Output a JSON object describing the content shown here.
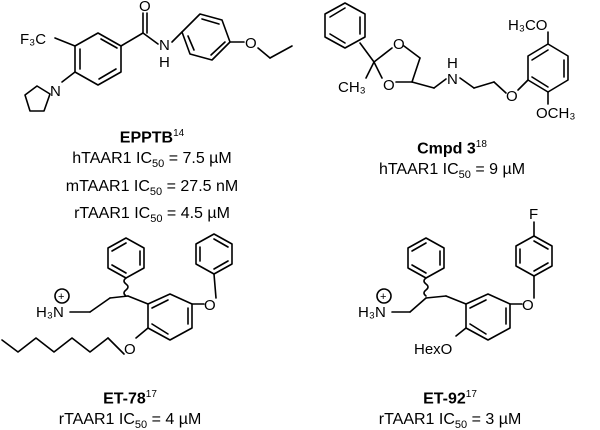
{
  "compounds": [
    {
      "name": "EPPTB",
      "ref": "14",
      "lines": [
        {
          "pre": "hTAAR1 IC",
          "sub": "50",
          "post": " = 7.5 µM"
        },
        {
          "pre": "mTAAR1 IC",
          "sub": "50",
          "post": " = 27.5 nM"
        },
        {
          "pre": "rTAAR1 IC",
          "sub": "50",
          "post": " = 4.5 µM"
        }
      ],
      "atoms": {
        "f3c": "F₃C",
        "o": "O",
        "nh": "N",
        "h": "H",
        "o2": "O",
        "n": "N"
      }
    },
    {
      "name": "Cmpd 3",
      "ref": "18",
      "lines": [
        {
          "pre": "hTAAR1 IC",
          "sub": "50",
          "post": " = 9 µM"
        }
      ],
      "atoms": {
        "o1": "O",
        "o2": "O",
        "ch3": "CH₃",
        "n": "N",
        "h": "H",
        "o3": "O",
        "h3co": "H₃CO",
        "och3": "OCH₃"
      }
    },
    {
      "name": "ET-78",
      "ref": "17",
      "lines": [
        {
          "pre": "rTAAR1 IC",
          "sub": "50",
          "post": " = 4 µM"
        }
      ],
      "atoms": {
        "h3n": "H₃N",
        "plus": "+",
        "o1": "O",
        "o2": "O"
      }
    },
    {
      "name": "ET-92",
      "ref": "17",
      "lines": [
        {
          "pre": "rTAAR1 IC",
          "sub": "50",
          "post": " = 3 µM"
        }
      ],
      "atoms": {
        "f": "F",
        "h3n": "H₃N",
        "plus": "+",
        "o1": "O",
        "hexo": "HexO"
      }
    }
  ]
}
